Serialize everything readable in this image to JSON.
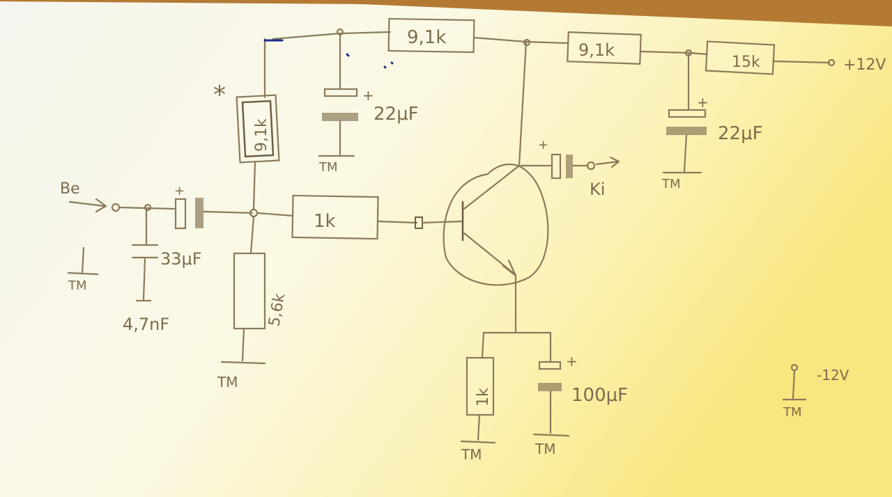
{
  "labels": {
    "r_top_left": "9,1k",
    "r_top_mid": "9,1k",
    "r_top_right": "15k",
    "r_vert_left": "9,1k",
    "r_base": "1k",
    "r_lower_left": "5,6k",
    "r_emitter": "1k",
    "c_top_left": "22μF",
    "c_top_right": "22μF",
    "c_input": "33μF",
    "c_shunt": "4,7nF",
    "c_emitter": "100μF",
    "input": "Be",
    "output": "Ki",
    "vplus": "+12V",
    "vminus": "-12V",
    "gnd": "TM",
    "star": "*",
    "plus": "+"
  },
  "colors": {
    "paper": "#fbf9ec",
    "paper_warm": "#f7e58a",
    "ink": "#8a7a5a",
    "blue_ink": "#1b2a8a"
  }
}
